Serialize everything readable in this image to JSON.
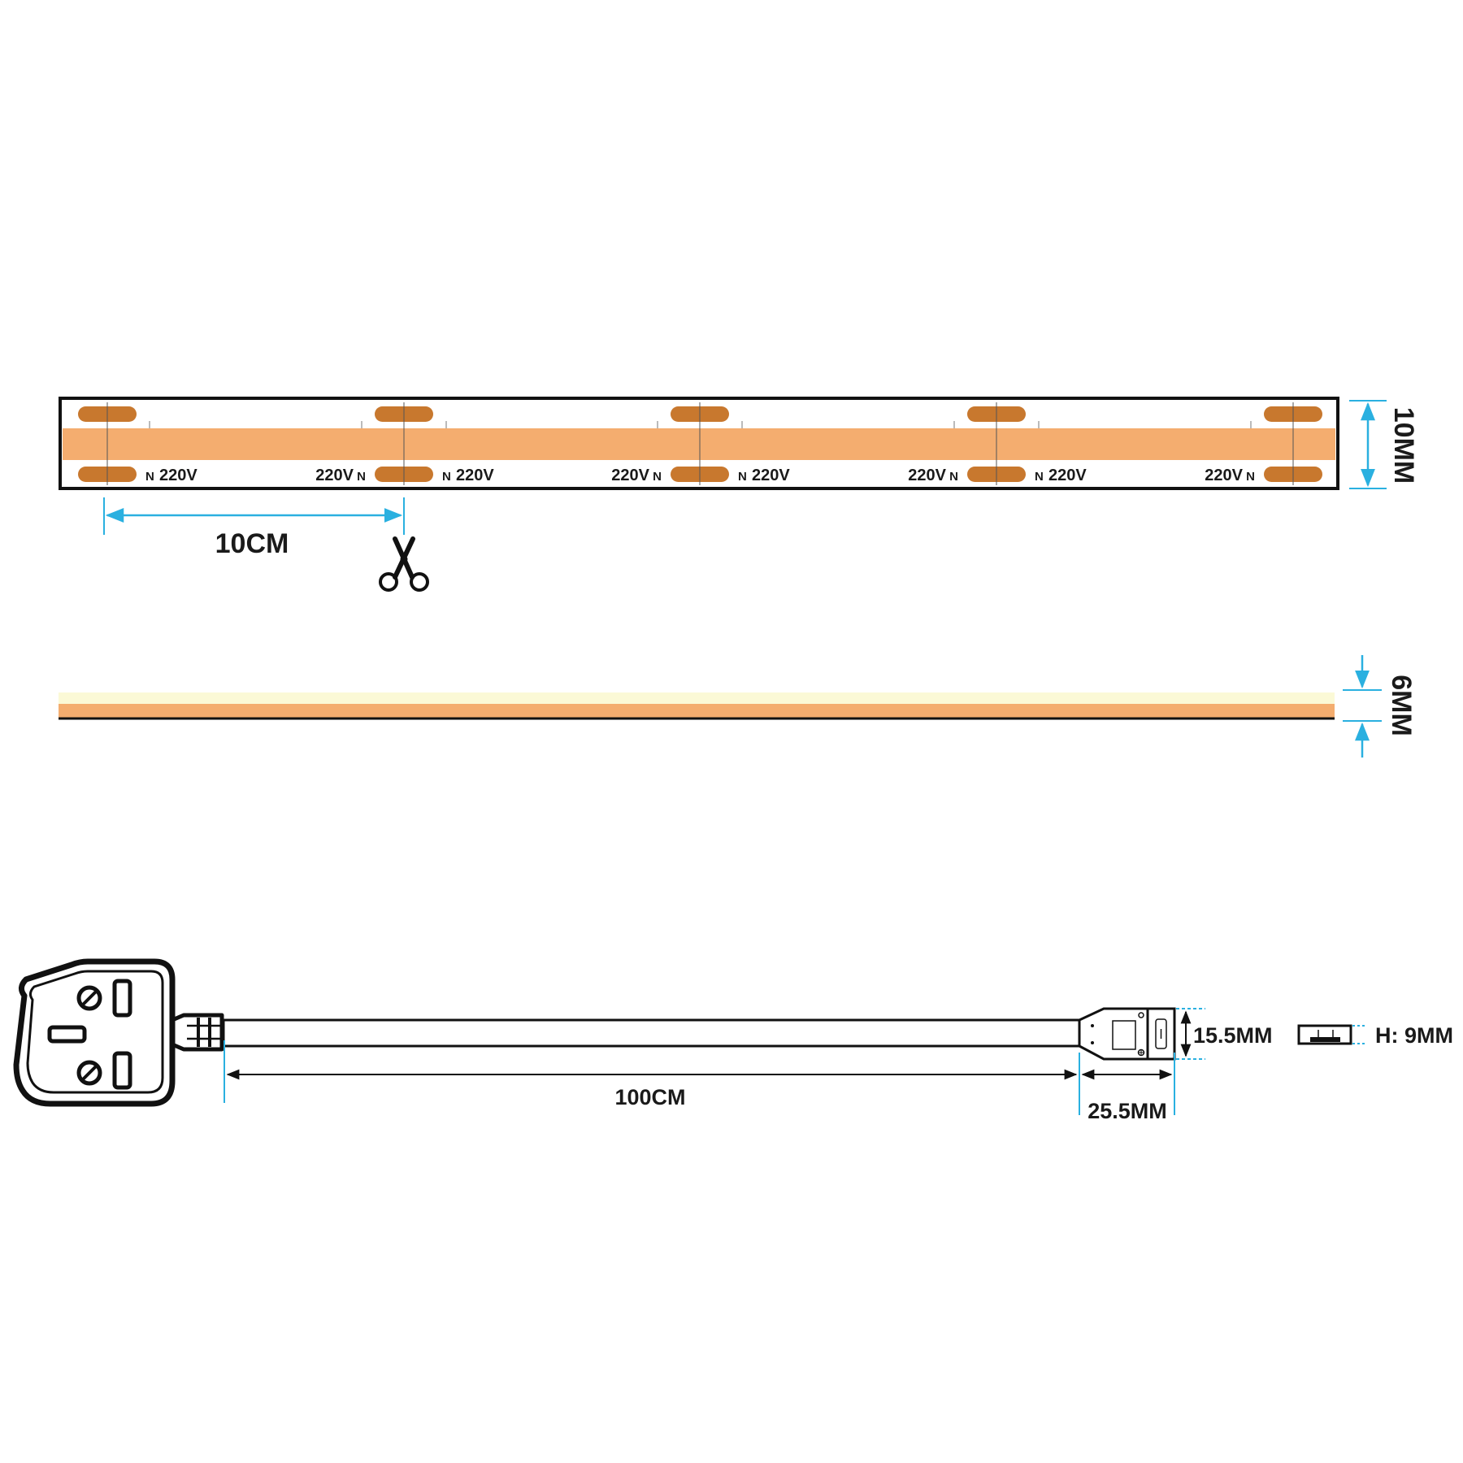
{
  "colors": {
    "strip_body": "#f4ad6f",
    "pads": "#c8782e",
    "dimension_lines": "#2ab0e0",
    "diffuser_top": "#fbf9d6",
    "outline": "#111111"
  },
  "strip_top_view": {
    "pad_labels": {
      "neutral": "N",
      "voltage": "220V"
    },
    "cut_length": "10CM",
    "width": "10MM",
    "cut_icon": "scissors-icon"
  },
  "strip_side_view": {
    "height": "6MM"
  },
  "plug_cable": {
    "plug_icon": "uk-plug-icon",
    "cable_length": "100CM",
    "connector_length": "25.5MM",
    "connector_width": "15.5MM",
    "connector_height": "H: 9MM"
  }
}
